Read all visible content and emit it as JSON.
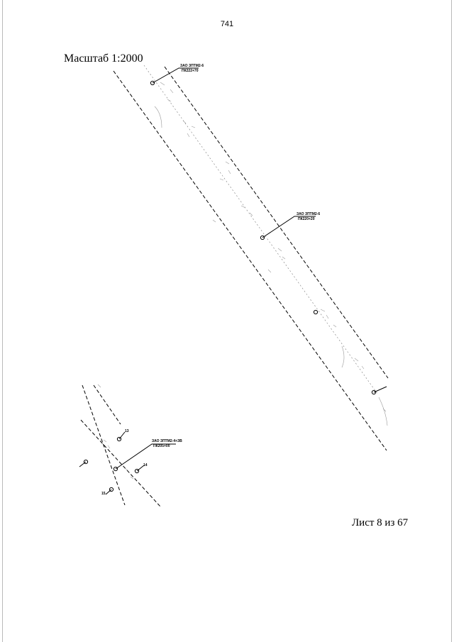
{
  "page": {
    "number": "741",
    "scale": "Масштаб 1:2000",
    "sheet": "Лист 8 из 67"
  },
  "drawing": {
    "callouts": [
      {
        "line1": "ЗАО ЗПТМ2-6",
        "line2": "ПК222+70"
      },
      {
        "line1": "ЗАО ЗПТМ2-6",
        "line2": "ПК220+20"
      },
      {
        "line1": "ЗАО ЗПТМ2-4+ЗВ",
        "line2": "ПК205+00"
      }
    ],
    "point_labels": [
      "13",
      "14",
      "15"
    ],
    "stroke_color": "#000000"
  }
}
